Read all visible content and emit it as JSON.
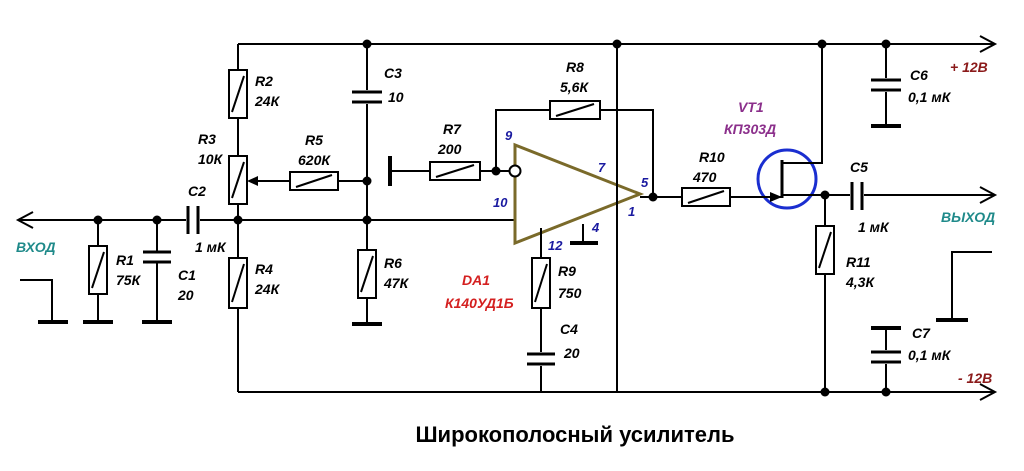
{
  "title": "Широкополосный усилитель",
  "rails": {
    "positive": "+ 12В",
    "negative": "- 12В"
  },
  "signals": {
    "input": "ВХОД",
    "output": "ВЫХОД"
  },
  "opamp": {
    "ref": "DA1",
    "part": "К140УД1Б",
    "pins": {
      "inv": "9",
      "noninv": "10",
      "out": "5",
      "p7": "7",
      "p1": "1",
      "p12": "12",
      "p4": "4"
    }
  },
  "transistor": {
    "ref": "VT1",
    "part": "КП303Д"
  },
  "components": {
    "R1": {
      "ref": "R1",
      "value": "75К"
    },
    "R2": {
      "ref": "R2",
      "value": "24К"
    },
    "R3": {
      "ref": "R3",
      "value": "10К"
    },
    "R4": {
      "ref": "R4",
      "value": "24К"
    },
    "R5": {
      "ref": "R5",
      "value": "620К"
    },
    "R6": {
      "ref": "R6",
      "value": "47К"
    },
    "R7": {
      "ref": "R7",
      "value": "200"
    },
    "R8": {
      "ref": "R8",
      "value": "5,6К"
    },
    "R9": {
      "ref": "R9",
      "value": "750"
    },
    "R10": {
      "ref": "R10",
      "value": "470"
    },
    "R11": {
      "ref": "R11",
      "value": "4,3К"
    },
    "C1": {
      "ref": "C1",
      "value": "20"
    },
    "C2": {
      "ref": "C2",
      "value": "1 мК"
    },
    "C3": {
      "ref": "C3",
      "value": "10"
    },
    "C4": {
      "ref": "C4",
      "value": "20"
    },
    "C5": {
      "ref": "C5",
      "value": "1 мК"
    },
    "C6": {
      "ref": "C6",
      "value": "0,1 мК"
    },
    "C7": {
      "ref": "C7",
      "value": "0,1 мК"
    }
  },
  "colors": {
    "wire": "#000000",
    "opamp": "#7a6a2a",
    "transistor_circle": "#1a2ed0",
    "rail_label": "#8b1a1a",
    "signal_label": "#1f8a8a",
    "part_label": "#d42020",
    "transistor_label": "#8b2f8b"
  }
}
